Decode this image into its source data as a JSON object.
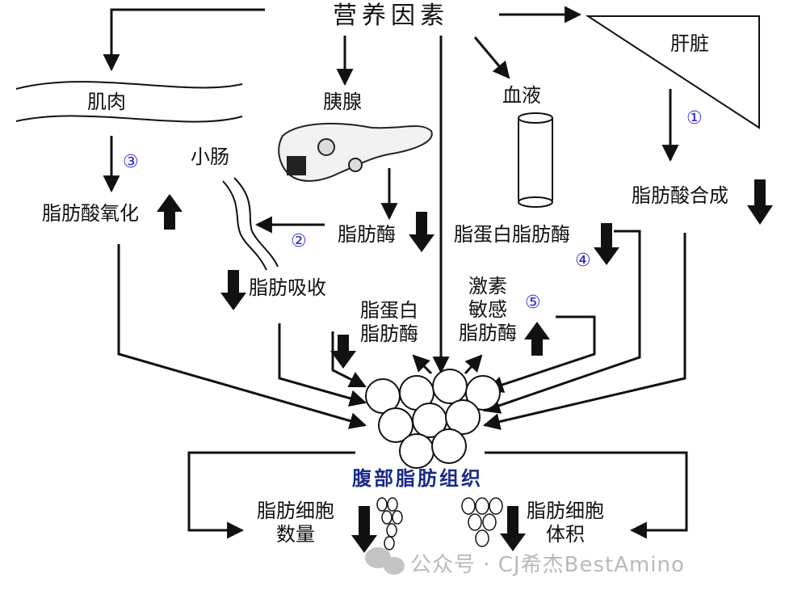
{
  "title": "营养因素",
  "nodes": {
    "liver": "肝脏",
    "muscle": "肌肉",
    "pancreas": "胰腺",
    "blood": "血液",
    "small_intestine": "小肠",
    "fa_oxidation": "脂肪酸氧化",
    "fa_synthesis": "脂肪酸合成",
    "lipase": "脂肪酶",
    "lpl_blood": "脂蛋白脂肪酶",
    "fat_absorption": "脂肪吸收",
    "lpl_tissue_line1": "脂蛋白",
    "lpl_tissue_line2": "脂肪酶",
    "hsl_line1": "激素",
    "hsl_line2": "敏感",
    "hsl_line3": "脂肪酶",
    "adipose": "腹部脂肪组织",
    "cell_count_line1": "脂肪细胞",
    "cell_count_line2": "数量",
    "cell_volume_line1": "脂肪细胞",
    "cell_volume_line2": "体积"
  },
  "markers": [
    "①",
    "②",
    "③",
    "④",
    "⑤"
  ],
  "watermark": "公众号 · CJ希杰BestAmino",
  "colors": {
    "marker": "#2b2bd0",
    "adipose_label": "#1a2a8a",
    "lines": "#111111",
    "watermark": "#b9b9b9"
  }
}
